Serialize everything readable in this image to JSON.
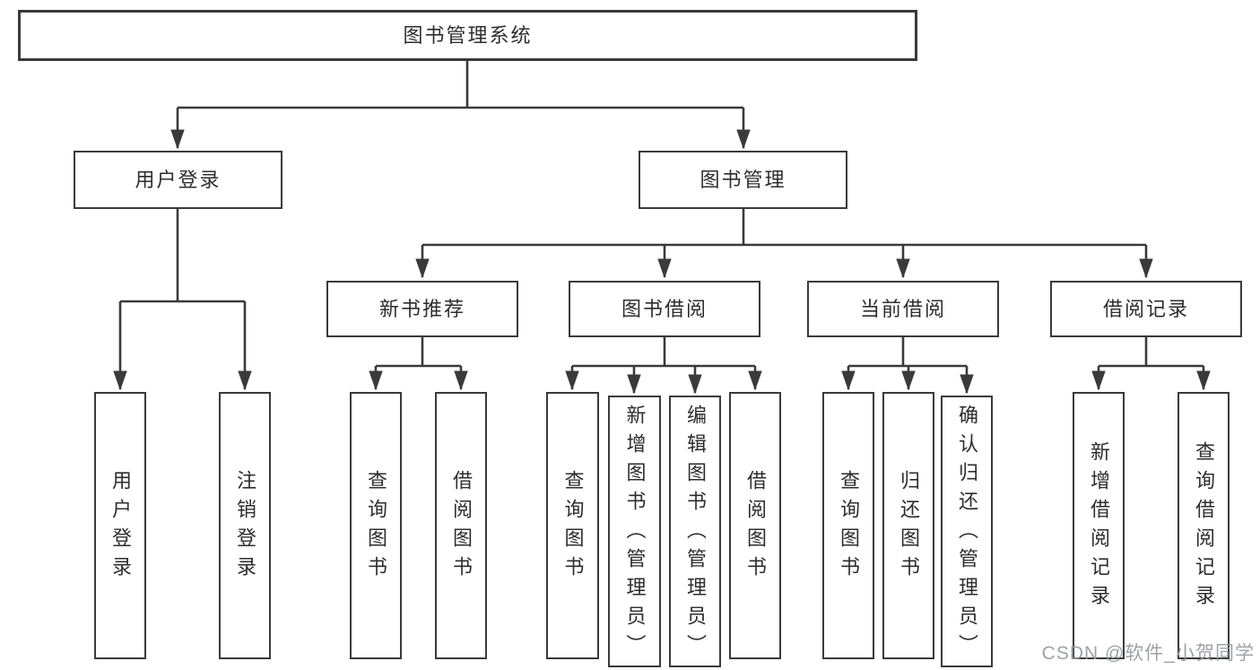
{
  "diagram": {
    "title": "图书管理系统",
    "branches": {
      "user_login": {
        "label": "用户登录",
        "children": [
          "用户登录",
          "注销登录"
        ]
      },
      "book_management": {
        "label": "图书管理",
        "sections": {
          "new_books": {
            "label": "新书推荐",
            "children": [
              "查询图书",
              "借阅图书"
            ]
          },
          "book_borrow": {
            "label": "图书借阅",
            "children": [
              "查询图书",
              "新增图书（管理员）",
              "编辑图书（管理员）",
              "借阅图书"
            ]
          },
          "current_borrow": {
            "label": "当前借阅",
            "children": [
              "查询图书",
              "归还图书",
              "确认归还（管理员）"
            ]
          },
          "borrow_records": {
            "label": "借阅记录",
            "children": [
              "新增借阅记录",
              "查询借阅记录"
            ]
          }
        }
      }
    }
  },
  "watermark": "CSDN @软件_小贺同学",
  "colors": {
    "line": "#3a3a3a",
    "box_border": "#3a3a3a",
    "text": "#2d2d2d",
    "background": "#ffffff",
    "watermark": "#969ba0"
  }
}
